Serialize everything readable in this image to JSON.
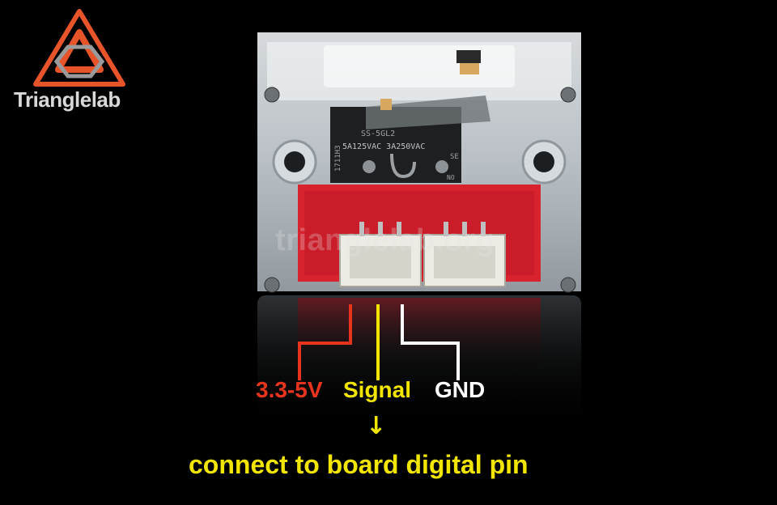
{
  "brand": {
    "name": "Trianglelab",
    "watermark": "trianglelab.org"
  },
  "switch_markings": {
    "model": "SS-5GL2",
    "rating": "5A125VAC 3A250VAC",
    "side_code": "1711H3",
    "cert": "SE",
    "terminal": "NO"
  },
  "wiring": {
    "pins": [
      {
        "label": "3.3-5V",
        "color": "#e8341c"
      },
      {
        "label": "Signal",
        "color": "#f2e600"
      },
      {
        "label": "GND",
        "color": "#ffffff"
      }
    ],
    "arrow": "↓",
    "caption": "connect to board digital pin"
  },
  "colors": {
    "background": "#000000",
    "pcb_red": "#d8222e",
    "logo_orange": "#e8542a",
    "signal_yellow": "#f2e600",
    "vcc_red": "#e8341c"
  }
}
